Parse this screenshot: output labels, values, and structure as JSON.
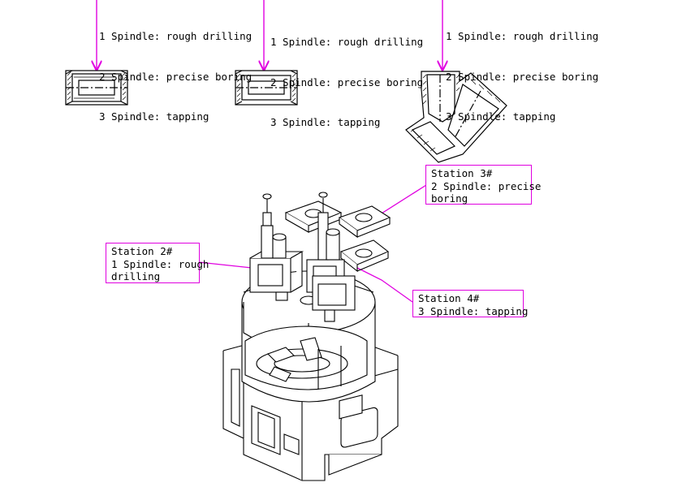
{
  "specs": [
    {
      "lines": [
        "1 Spindle: rough drilling",
        "2 Spindle: precise boring",
        "3 Spindle: tapping"
      ]
    },
    {
      "lines": [
        "1 Spindle: rough drilling",
        "2 Spindle: precise boring",
        "3 Spindle: tapping"
      ]
    },
    {
      "lines": [
        "1 Spindle: rough drilling",
        "2 Spindle: precise boring",
        "3 Spindle: tapping"
      ]
    }
  ],
  "callouts": {
    "station2": {
      "title": "Station 2#",
      "line1": "1 Spindle: rough",
      "line2": "drilling"
    },
    "station3": {
      "title": "Station 3#",
      "line1": "2 Spindle: precise",
      "line2": "boring"
    },
    "station4": {
      "title": "Station 4#",
      "line1": "3 Spindle: tapping"
    }
  },
  "colors": {
    "accent": "#e000e0",
    "ink": "#000000"
  }
}
